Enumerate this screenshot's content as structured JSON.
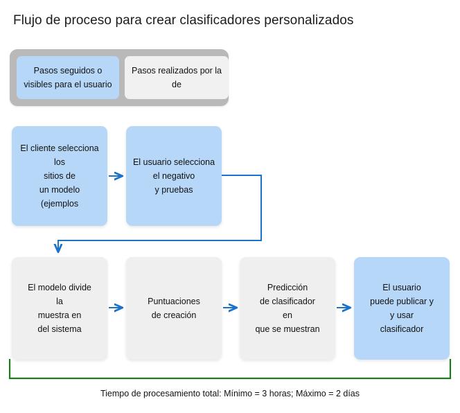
{
  "title": "Flujo de proceso para crear clasificadores personalizados",
  "colors": {
    "blue_fill": "#b7d7f8",
    "gray_fill": "#efefef",
    "legend_frame": "#b9b9b9",
    "arrow": "#1a73c8",
    "bracket": "#1f7a1f",
    "text": "#111111",
    "background": "#ffffff"
  },
  "legend": {
    "items": [
      {
        "type": "blue",
        "lines": [
          "Pasos seguidos o",
          "visibles para el usuario"
        ]
      },
      {
        "type": "gray",
        "lines": [
          "Pasos realizados por la",
          "de"
        ]
      }
    ]
  },
  "flow": {
    "row1": [
      {
        "type": "blue",
        "lines": [
          "El cliente selecciona",
          "los",
          "sitios de",
          "un modelo",
          "(ejemplos"
        ]
      },
      {
        "type": "blue",
        "lines": [
          "El usuario selecciona",
          "el negativo",
          "y pruebas"
        ]
      }
    ],
    "row2": [
      {
        "type": "gray",
        "lines": [
          "El modelo divide",
          "la",
          "muestra en",
          "del sistema"
        ]
      },
      {
        "type": "gray",
        "lines": [
          "Puntuaciones",
          "de creación"
        ]
      },
      {
        "type": "gray",
        "lines": [
          "Predicción",
          "de clasificador",
          "en",
          "que se muestran"
        ]
      },
      {
        "type": "blue",
        "lines": [
          "El usuario",
          "puede publicar y",
          "y usar",
          "clasificador"
        ]
      }
    ]
  },
  "connectors": [
    {
      "name": "arrow-row1-box1-to-box2",
      "kind": "straight-right"
    },
    {
      "name": "arrow-row1-box2-to-row2-box1",
      "kind": "elbow-down-left"
    },
    {
      "name": "arrow-row2-box1-to-box2",
      "kind": "straight-right"
    },
    {
      "name": "arrow-row2-box2-to-box3",
      "kind": "straight-right"
    },
    {
      "name": "arrow-row2-box3-to-box4",
      "kind": "straight-right"
    },
    {
      "name": "total-time-bracket",
      "kind": "bracket"
    }
  ],
  "footer": {
    "caption": "Tiempo de procesamiento total: Mínimo = 3 horas; Máximo = 2 días"
  }
}
